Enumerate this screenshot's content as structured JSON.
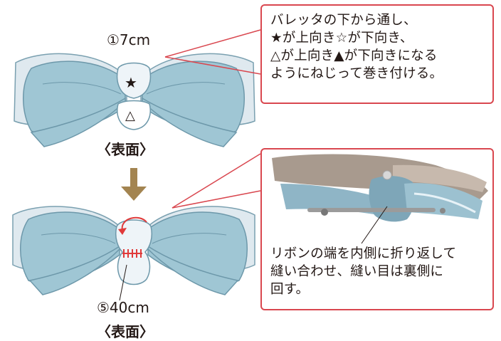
{
  "top_bow": {
    "measure_label": "①7cm",
    "star_mark": "★",
    "triangle_mark": "△",
    "caption": "〈表面〉"
  },
  "top_callout": {
    "text": "バレッタの下から通し、\n★が上向き☆が下向き、\n△が上向き▲が下向きになる\nようにねじって巻き付ける。"
  },
  "bottom_bow": {
    "measure_label": "⑤40cm",
    "caption": "〈表面〉"
  },
  "bottom_callout": {
    "text": "リボンの端を内側に折り返して\n縫い合わせ、縫い目は裏側に\n回す。"
  },
  "colors": {
    "ribbon": "#9fc6d4",
    "ribbon_light": "#dde9f0",
    "outline": "#6d98aa",
    "callout_border": "#d9474f",
    "arrow": "#a38450",
    "stitch": "#e03a3a"
  }
}
